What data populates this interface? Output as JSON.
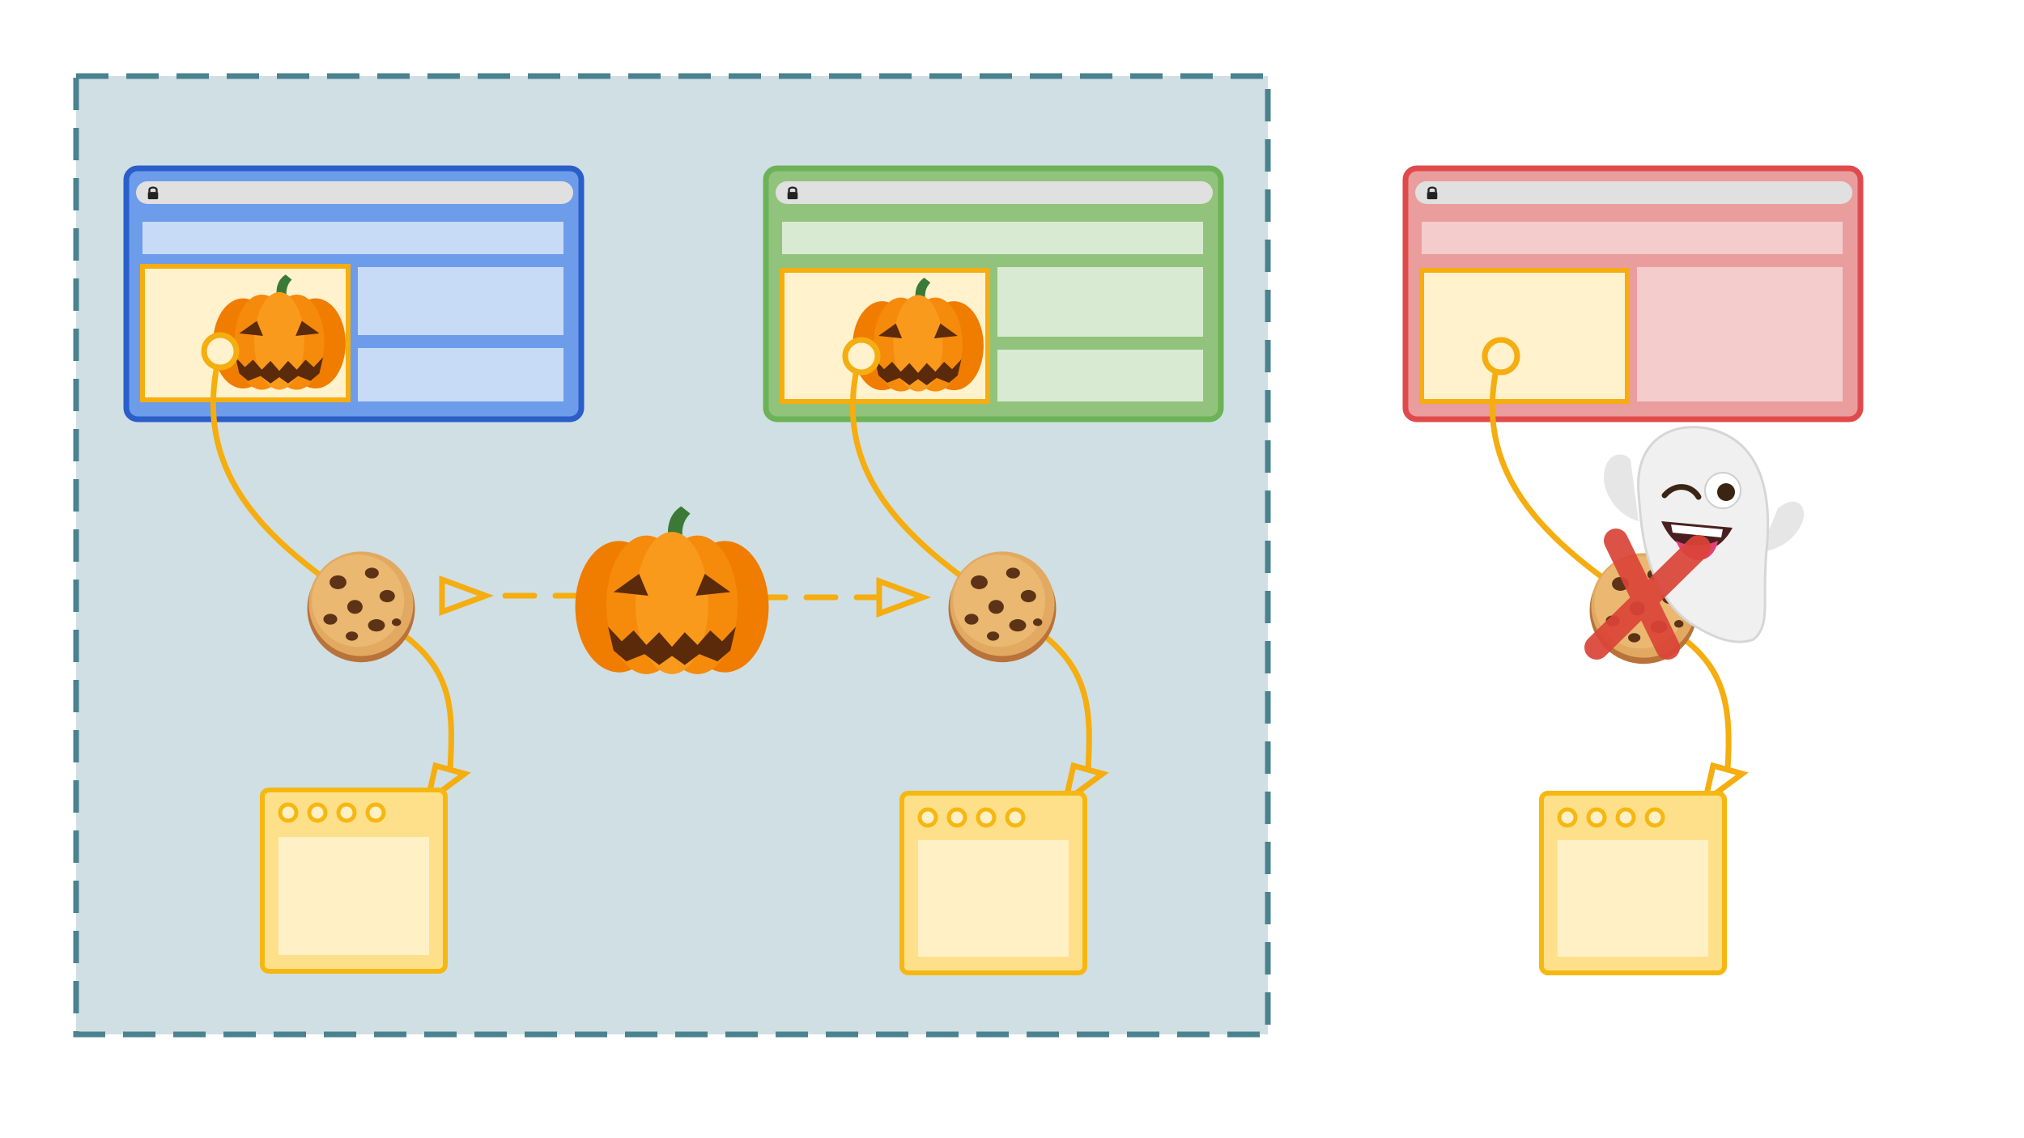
{
  "diagram": {
    "colors": {
      "background": "#ffffff",
      "partition_fill": "#d0dfe3",
      "partition_border": "#4a838f",
      "connector": "#f5ad0f",
      "frame_border": "#f5ad0f",
      "frame_fill": "#fff2cc",
      "storage_fill": "#fff0c6",
      "storage_border": "#f6b711",
      "blocked_cross": "#db4437"
    },
    "sites": [
      {
        "id": "blue-site",
        "border": "#2a5ec8",
        "fill": "#6d9cea",
        "panel": "#c7dbf6",
        "address_bar": "#e0e0e0",
        "embed_shows_pumpkin": true,
        "in_partition": true
      },
      {
        "id": "green-site",
        "border": "#6cb357",
        "fill": "#92c37c",
        "panel": "#d9ead3",
        "address_bar": "#e0e0e0",
        "embed_shows_pumpkin": true,
        "in_partition": true
      },
      {
        "id": "red-site",
        "border": "#e04a4a",
        "fill": "#ea9d9d",
        "panel": "#f4cccc",
        "address_bar": "#e0e0e0",
        "embed_shows_pumpkin": false,
        "in_partition": false
      }
    ],
    "icons": {
      "embed_pumpkin": "jack-o-lantern-icon",
      "shared_pumpkin": "jack-o-lantern-icon",
      "cookie": "cookie-icon",
      "ghost": "ghost-icon",
      "lock": "lock-icon",
      "blocked": "red-x-icon"
    }
  }
}
